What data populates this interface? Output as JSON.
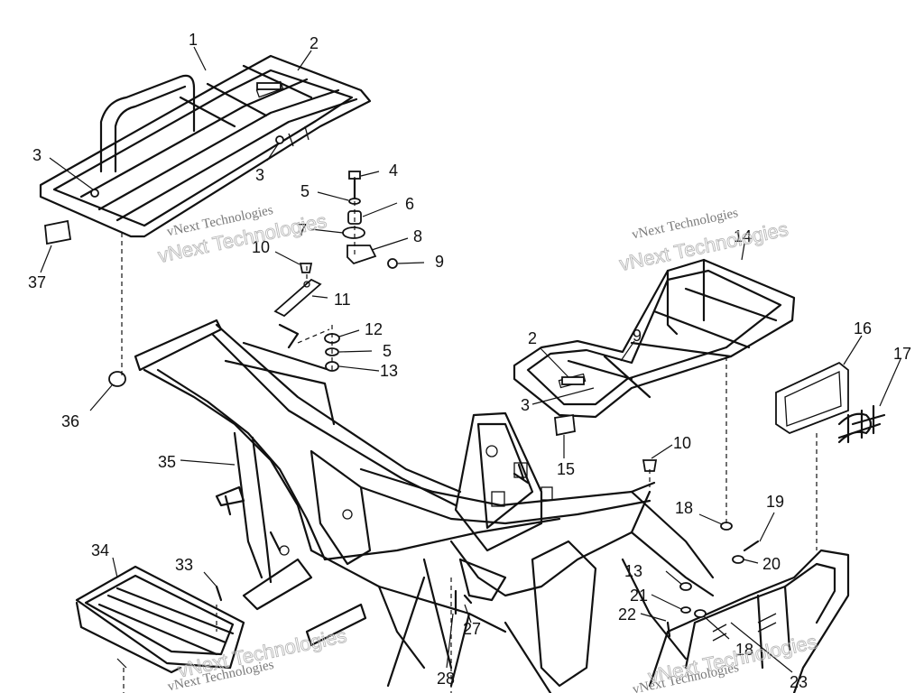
{
  "callouts": [
    {
      "id": "c1",
      "text": "1"
    },
    {
      "id": "c2a",
      "text": "2"
    },
    {
      "id": "c3a",
      "text": "3"
    },
    {
      "id": "c3b",
      "text": "3"
    },
    {
      "id": "c4",
      "text": "4"
    },
    {
      "id": "c5a",
      "text": "5"
    },
    {
      "id": "c6",
      "text": "6"
    },
    {
      "id": "c7",
      "text": "7"
    },
    {
      "id": "c8",
      "text": "8"
    },
    {
      "id": "c9a",
      "text": "9"
    },
    {
      "id": "c10a",
      "text": "10"
    },
    {
      "id": "c11",
      "text": "11"
    },
    {
      "id": "c12",
      "text": "12"
    },
    {
      "id": "c5b",
      "text": "5"
    },
    {
      "id": "c13a",
      "text": "13"
    },
    {
      "id": "c37",
      "text": "37"
    },
    {
      "id": "c36",
      "text": "36"
    },
    {
      "id": "c35",
      "text": "35"
    },
    {
      "id": "c14",
      "text": "14"
    },
    {
      "id": "c2b",
      "text": "2"
    },
    {
      "id": "c9b",
      "text": "9"
    },
    {
      "id": "c3c",
      "text": "3"
    },
    {
      "id": "c15",
      "text": "15"
    },
    {
      "id": "c16",
      "text": "16"
    },
    {
      "id": "c17",
      "text": "17"
    },
    {
      "id": "c10b",
      "text": "10"
    },
    {
      "id": "c18a",
      "text": "18"
    },
    {
      "id": "c19",
      "text": "19"
    },
    {
      "id": "c20",
      "text": "20"
    },
    {
      "id": "c13b",
      "text": "13"
    },
    {
      "id": "c21",
      "text": "21"
    },
    {
      "id": "c22",
      "text": "22"
    },
    {
      "id": "c18b",
      "text": "18"
    },
    {
      "id": "c23",
      "text": "23"
    },
    {
      "id": "c34",
      "text": "34"
    },
    {
      "id": "c33",
      "text": "33"
    },
    {
      "id": "c27",
      "text": "27"
    },
    {
      "id": "c28",
      "text": "28"
    }
  ],
  "watermarks": [
    {
      "id": "w1",
      "line1": "vNext Technologies",
      "line2": "vNext Technologies"
    },
    {
      "id": "w2",
      "line1": "vNext Technologies",
      "line2": "vNext Technologies"
    },
    {
      "id": "w3",
      "line1": "vNext Technologies",
      "line2": "vNext Technologies"
    },
    {
      "id": "w4",
      "line1": "vNext Technologies",
      "line2": "vNext Technologies"
    }
  ]
}
